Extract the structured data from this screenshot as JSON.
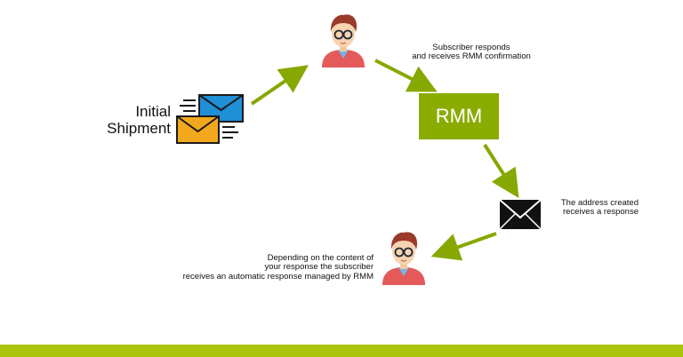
{
  "initial_label": "Initial\nShipment",
  "response_label": "Subscriber responds\nand receives RMM confirmation",
  "rmm_label": "RMM",
  "address_label": "The address created\nreceives a response",
  "depending_label": "Depending on the content of\nyour response the subscriber\nreceives an automatic response managed by RMM",
  "icons": [
    "envelope-blue-icon",
    "envelope-orange-icon",
    "subscriber-icon",
    "envelope-black-icon"
  ],
  "colors": {
    "arrow": "#86a800",
    "rmm_box": "#8aac00",
    "footer": "#a9c40b",
    "envelope_blue": "#1f8fd8",
    "envelope_orange": "#f2a81d",
    "shirt": "#e45a5a",
    "hair": "#9a3a2a"
  }
}
